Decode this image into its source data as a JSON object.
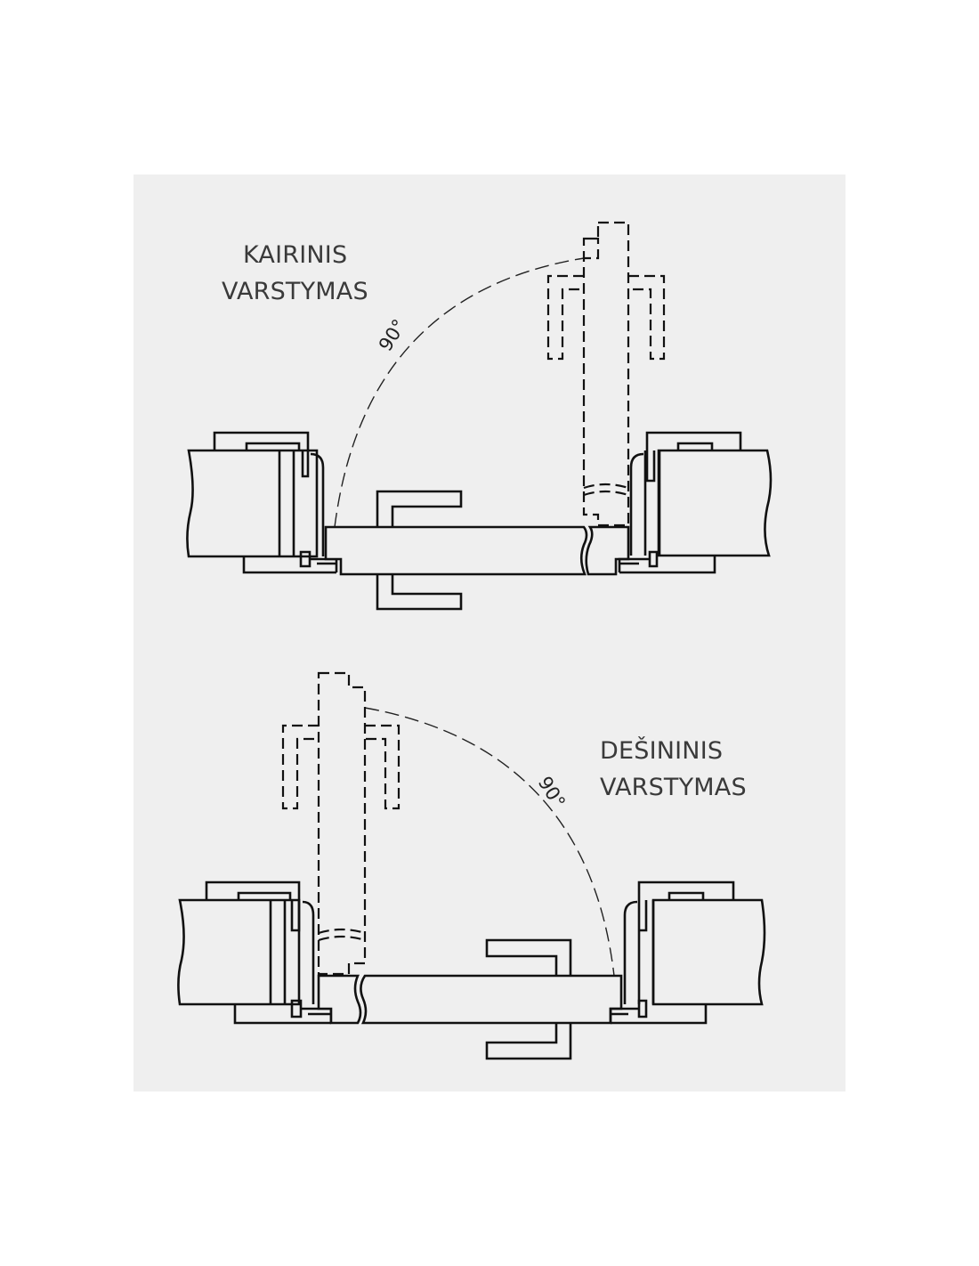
{
  "diagrams": [
    {
      "id": "left",
      "title_line1": "KAIRINIS",
      "title_line2": "VARSTYMAS",
      "angle_label": "90°"
    },
    {
      "id": "right",
      "title_line1": "DEŠININIS",
      "title_line2": "VARSTYMAS",
      "angle_label": "90°"
    }
  ],
  "colors": {
    "background": "#ffffff",
    "panel": "#efefef",
    "line": "#111111",
    "text": "#3a3a3a"
  }
}
